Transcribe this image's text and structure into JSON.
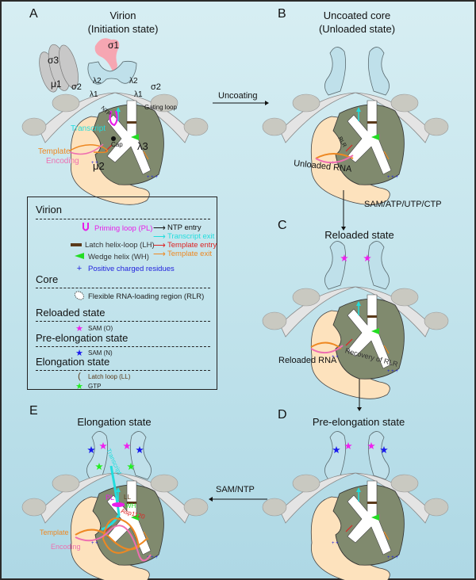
{
  "colors": {
    "priming_loop": "#e81ee8",
    "latch_helix": "#5a3a1a",
    "wedge_helix": "#22dd22",
    "positive_residue": "#2222dd",
    "ntp_entry": "#111111",
    "transcript_exit": "#22dddd",
    "template_entry": "#dd2222",
    "template_exit": "#ee8822",
    "sam_o": "#ee22ee",
    "sam_n": "#1a1aee",
    "gtp": "#22ee22",
    "lambda3": "#808a6e",
    "mu2": "#fde2bd",
    "lambda1": "#e4e4e4",
    "lambda2": "#bfe0ea",
    "sigma1": "#f6a6b2",
    "template_text": "#ee8822",
    "encoding_text": "#ee6fb0"
  },
  "panels": {
    "A": {
      "letter": "A",
      "title_line1": "Virion",
      "title_line2": "(Initiation state)",
      "labels": {
        "sigma1": "σ1",
        "sigma3": "σ3",
        "mu1": "μ1",
        "sigma2_left": "σ2",
        "sigma2_right": "σ2",
        "lambda2_left": "λ2",
        "lambda2_right": "λ2",
        "lambda1_left": "λ1",
        "lambda1_right": "λ1",
        "gating_loop": "Gating loop",
        "ntp": "NTP",
        "transcript": "Transcript",
        "cap": "Cap",
        "lambda3": "λ3",
        "template": "Template",
        "encoding": "Encoding",
        "mu2": "μ2"
      }
    },
    "B": {
      "letter": "B",
      "title_line1": "Uncoated core",
      "title_line2": "(Unloaded state)",
      "labels": {
        "rlr": "RLR",
        "unloaded_rna": "Unloaded RNA"
      }
    },
    "C": {
      "letter": "C",
      "title_line1": "Reloaded state",
      "labels": {
        "reloaded_rna": "Reloaded RNA",
        "recovery": "Recovery of RLR"
      }
    },
    "D": {
      "letter": "D",
      "title_line1": "Pre-elongation state"
    },
    "E": {
      "letter": "E",
      "title_line1": "Elongation state",
      "labels": {
        "transcript": "Transcript",
        "pl": "PL",
        "ll": "LL",
        "wh": "WH",
        "asp": "Asp1120",
        "template": "Template",
        "encoding": "Encoding"
      }
    }
  },
  "transitions": {
    "a_to_b": "Uncoating",
    "b_to_c": "SAM/ATP/UTP/CTP",
    "d_to_e": "SAM/NTP"
  },
  "legend": {
    "sections": [
      {
        "heading": "Virion"
      },
      {
        "heading": "Core"
      },
      {
        "heading": "Reloaded state"
      },
      {
        "heading": "Pre-elongation state"
      },
      {
        "heading": "Elongation state"
      }
    ],
    "virion_items": [
      {
        "icon": "priming-loop",
        "label": "Priming loop (PL)"
      },
      {
        "icon": "latch-helix",
        "label": "Latch helix-loop (LH)"
      },
      {
        "icon": "wedge-helix",
        "label": "Wedge helix (WH)"
      },
      {
        "icon": "plus",
        "label": "Positive charged residues"
      }
    ],
    "arrow_items": [
      {
        "label": "NTP entry"
      },
      {
        "label": "Transcript exit"
      },
      {
        "label": "Template entry"
      },
      {
        "label": "Template exit"
      }
    ],
    "core_item": {
      "label": "Flexible RNA-loading region (RLR)"
    },
    "reloaded_item": {
      "label": "SAM (O)"
    },
    "preelong_item": {
      "label": "SAM (N)"
    },
    "elong_items": [
      {
        "label": "Latch loop (LL)"
      },
      {
        "label": "GTP"
      }
    ]
  }
}
